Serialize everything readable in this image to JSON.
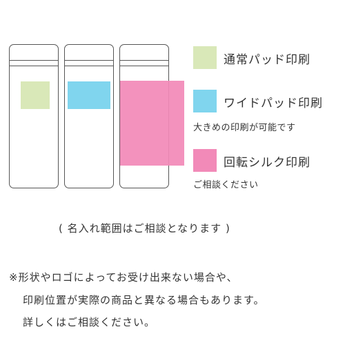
{
  "colors": {
    "normal_pad": "#d9e8b8",
    "wide_pad": "#80d5ee",
    "silk": "#f28ab8",
    "outline": "#555555"
  },
  "legend": {
    "normal_pad": {
      "label": "通常パッド印刷"
    },
    "wide_pad": {
      "label": "ワイドパッド印刷",
      "note": "大きめの印刷が可能です"
    },
    "silk": {
      "label": "回転シルク印刷",
      "note": "ご相談ください"
    }
  },
  "caption": "( 名入れ範囲はご相談となります )",
  "notes": [
    "※形状やロゴによってお受け出来ない場合や、",
    "印刷位置が実際の商品と異なる場合もあります。",
    "詳しくはご相談ください。"
  ]
}
